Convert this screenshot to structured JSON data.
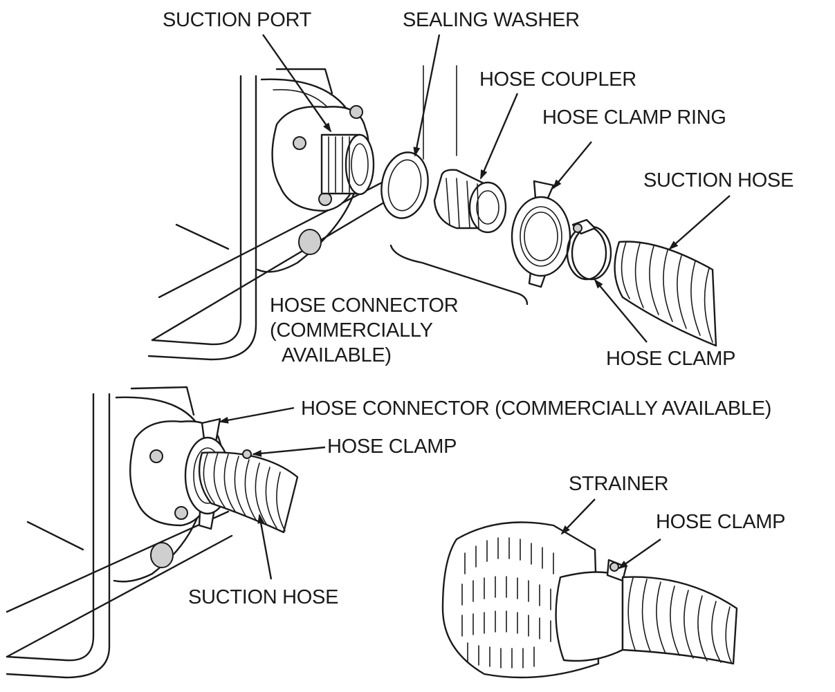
{
  "labels": {
    "suction_port": "SUCTION PORT",
    "sealing_washer": "SEALING WASHER",
    "hose_coupler": "HOSE COUPLER",
    "hose_clamp_ring": "HOSE CLAMP RING",
    "suction_hose_top": "SUCTION HOSE",
    "hose_connector_line1": "HOSE CONNECTOR",
    "hose_connector_line2": "(COMMERCIALLY",
    "hose_connector_line3": "AVAILABLE)",
    "hose_clamp_top": "HOSE CLAMP",
    "hose_connector_full": "HOSE CONNECTOR (COMMERCIALLY AVAILABLE)",
    "hose_clamp_mid": "HOSE CLAMP",
    "suction_hose_bottom": "SUCTION HOSE",
    "strainer": "STRAINER",
    "hose_clamp_strainer": "HOSE CLAMP"
  }
}
